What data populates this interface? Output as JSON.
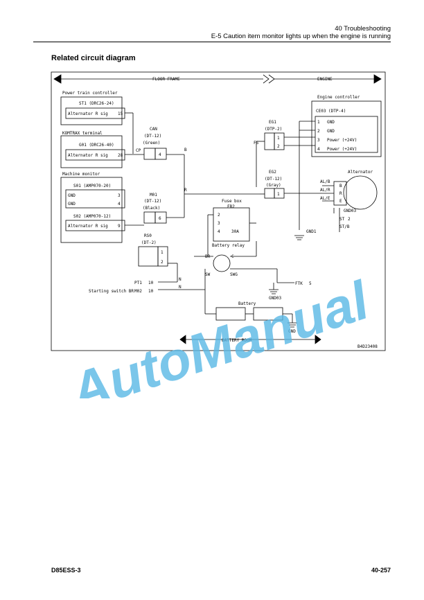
{
  "header": {
    "chapter": "40 Troubleshooting",
    "subtitle": "E-5 Caution item monitor lights up when the engine is running"
  },
  "section_title": "Related circuit diagram",
  "diagram": {
    "regions": {
      "floor_frame": "FLOOR FRAME",
      "engine": "ENGINE",
      "battery_room": "BATTERY ROOM"
    },
    "power_train": {
      "title": "Power train controller",
      "connector": "ST1 (DRC26-24)",
      "signal": "Alternator R sig",
      "pin": "15"
    },
    "komtrax": {
      "title": "KOMTRAX terminal",
      "connector": "G01 (DRC26-40)",
      "signal": "Alternator R sig",
      "pin": "28"
    },
    "machine_monitor": {
      "title": "Machine monitor",
      "s01": "S01 (AMP070-20)",
      "s02": "S02 (AMP070-12)",
      "gnd1": "GND",
      "gnd2": "GND",
      "pin3": "3",
      "pin4": "4",
      "signal": "Alternator R sig",
      "pin9": "9"
    },
    "can": {
      "name": "CAN",
      "type": "(DT-12)",
      "color": "(Green)",
      "pin": "4",
      "wire": "CP"
    },
    "m01": {
      "name": "M01",
      "type": "(DT-12)",
      "color": "(Black)",
      "pin": "6"
    },
    "rs0": {
      "name": "RS0",
      "type": "(DT-2)",
      "pin1": "1",
      "pin2": "2"
    },
    "eg1": {
      "name": "EG1",
      "type": "(DTP-2)",
      "pin1": "1",
      "pin2": "2",
      "wire": "FS"
    },
    "eg2": {
      "name": "EG2",
      "type": "(DT-12)",
      "color": "(Gray)",
      "pin": "1"
    },
    "engine_controller": {
      "title": "Engine controller",
      "connector": "CE03 (DTP-4)",
      "pins": [
        {
          "num": "1",
          "label": "GND"
        },
        {
          "num": "2",
          "label": "GND"
        },
        {
          "num": "3",
          "label": "Power (+24V)"
        },
        {
          "num": "4",
          "label": "Power (+24V)"
        }
      ]
    },
    "alternator": {
      "title": "Alternator",
      "al_b": "AL/B",
      "al_r": "AL/R",
      "al_e": "AL/E",
      "b": "B",
      "r": "R",
      "e": "E",
      "gnd03": "GND03",
      "st": "ST",
      "st_pin": "2",
      "st_b": "ST/B",
      "gnd01": "GND1"
    },
    "fuse_box": {
      "title": "Fuse box",
      "name": "FB2",
      "pin2": "2",
      "pin3": "3",
      "pin4": "4",
      "amp": "30A"
    },
    "battery_relay": {
      "title": "Battery relay",
      "sw": "SW",
      "swg": "SWG",
      "br": "BR",
      "c": "C"
    },
    "start_switch": {
      "pt1": "PT1",
      "pt1_pin": "10",
      "br_label": "Starting switch BR",
      "m02": "M02",
      "m02_pin": "10"
    },
    "ftk": {
      "label": "FTK",
      "pin": "5",
      "gnd03": "GND03"
    },
    "battery": {
      "title": "Battery",
      "gnd": "GND"
    },
    "wire_labels": {
      "b": "B",
      "r": "R",
      "n1": "N",
      "n2": "N"
    },
    "figure_id": "B4D23408"
  },
  "watermark": "AutoManual",
  "footer": {
    "model": "D85ESS-3",
    "page": "40-257"
  }
}
